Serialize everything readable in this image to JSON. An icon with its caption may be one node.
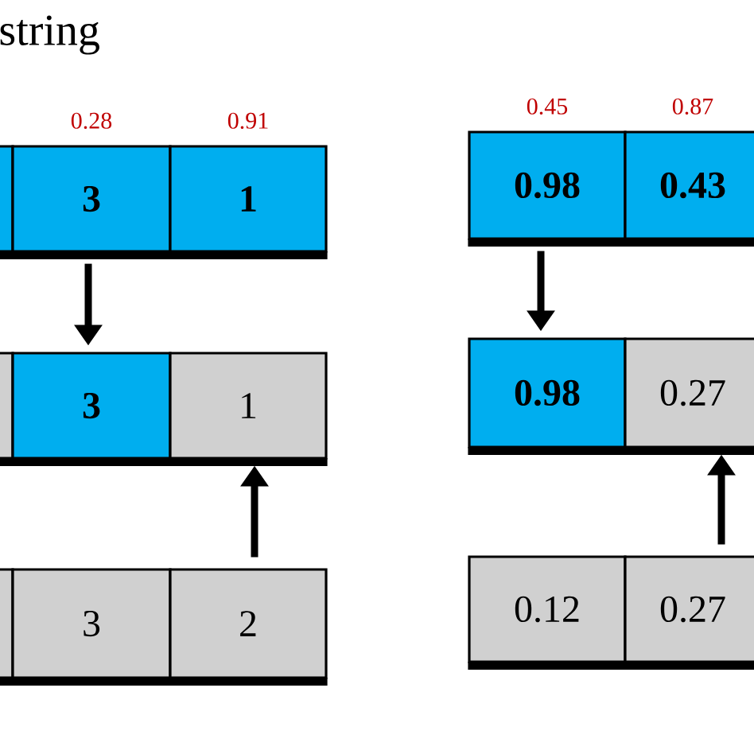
{
  "diagram": {
    "title": "string",
    "nodes": [
      {
        "text": [],
        "shape": "box"
      },
      {
        "text": [
          "3"
        ],
        "beside": [
          "0.28"
        ]
      },
      {
        "text": [
          "1"
        ],
        "beside": [
          "0.91"
        ]
      },
      {
        "text": [],
        "shape": "box"
      },
      {
        "text": [
          "3"
        ]
      },
      {
        "text": [
          "1"
        ]
      },
      {
        "text": [],
        "shape": "box"
      },
      {
        "text": [
          "3"
        ]
      },
      {
        "text": [
          "2"
        ]
      },
      {
        "text": [
          "0.98"
        ],
        "beside": [
          "0.45"
        ]
      },
      {
        "text": [
          "0.43"
        ],
        "beside": [
          "0.87"
        ]
      },
      {
        "text": [
          "0.98"
        ]
      },
      {
        "text": [
          "0.27"
        ]
      },
      {
        "text": [
          "0.12"
        ]
      },
      {
        "text": [
          "0.27"
        ]
      }
    ],
    "edges": [
      {
        "from": 1,
        "to": 4,
        "arrow": "to"
      },
      {
        "from": 8,
        "to": 5,
        "arrow": "to"
      },
      {
        "from": 9,
        "to": 11,
        "arrow": "to"
      },
      {
        "from": 14,
        "to": 12,
        "arrow": "to"
      }
    ]
  }
}
